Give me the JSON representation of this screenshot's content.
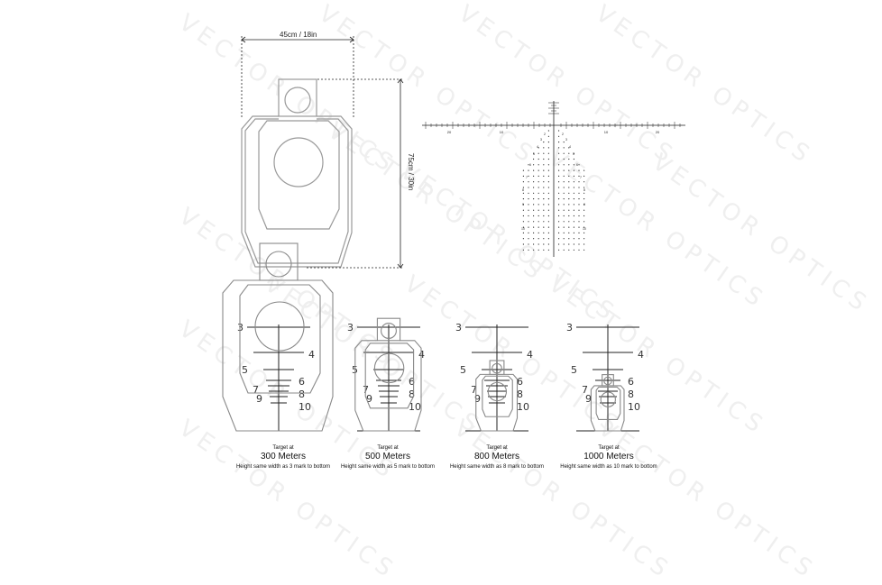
{
  "watermark": "VECTOR OPTICS",
  "target_diagram": {
    "width_label": "45cm / 18in",
    "height_label": "75cm / 30in"
  },
  "reticle": {
    "horizontal_labels": [
      "20",
      "10",
      "10",
      "20"
    ],
    "stadia_numbers": [
      "2",
      "3",
      "4",
      "5",
      "6",
      "7",
      "8",
      "9",
      "10"
    ]
  },
  "panels": [
    {
      "target_at": "Target at",
      "distance": "300 Meters",
      "note": "Height same width as 3 mark to bottom",
      "marks": [
        "3",
        "4",
        "5",
        "6",
        "7",
        "8",
        "9",
        "10"
      ]
    },
    {
      "target_at": "Target at",
      "distance": "500 Meters",
      "note": "Height same width as 5 mark to bottom",
      "marks": [
        "3",
        "4",
        "5",
        "6",
        "7",
        "8",
        "9",
        "10"
      ]
    },
    {
      "target_at": "Target at",
      "distance": "800 Meters",
      "note": "Height same width as 8 mark to bottom",
      "marks": [
        "3",
        "4",
        "5",
        "6",
        "7",
        "8",
        "9",
        "10"
      ]
    },
    {
      "target_at": "Target at",
      "distance": "1000 Meters",
      "note": "Height same width as 10 mark to bottom",
      "marks": [
        "3",
        "4",
        "5",
        "6",
        "7",
        "8",
        "9",
        "10"
      ]
    }
  ]
}
